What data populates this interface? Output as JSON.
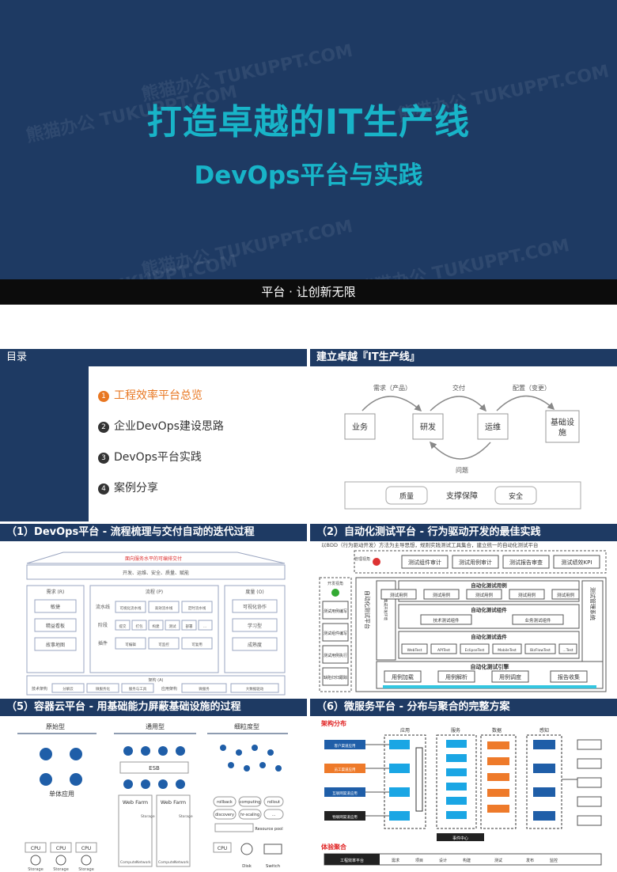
{
  "cover": {
    "title": "打造卓越的IT生产线",
    "subtitle": "DevOps平台与实践",
    "footer": "平台 · 让创新无限",
    "watermark": "熊猫办公 TUKUPPT.COM"
  },
  "toc": {
    "header": "目录",
    "items": [
      {
        "num": "1",
        "label": "工程效率平台总览",
        "active": true
      },
      {
        "num": "2",
        "label": "企业DevOps建设思路",
        "active": false
      },
      {
        "num": "3",
        "label": "DevOps平台实践",
        "active": false
      },
      {
        "num": "4",
        "label": "案例分享",
        "active": false
      }
    ]
  },
  "it_line": {
    "header": "建立卓越『IT生产线』",
    "nodes": [
      "业务",
      "研发",
      "运维",
      "基础设施"
    ],
    "arrows": [
      "需求（产品）",
      "交付",
      "配置（变更）",
      "问题"
    ],
    "support": {
      "label": "支撑保障",
      "left": "质量",
      "right": "安全"
    }
  },
  "devops": {
    "header": "（1）DevOps平台 - 流程梳理与交付自动的迭代过程",
    "roof": "面向服务水平的可编排交付",
    "top_row": "开发、运维、安全、质量、赋能",
    "col_a": {
      "title": "需求 (R)",
      "items": [
        "敏捷",
        "精益看板",
        "故事地图"
      ]
    },
    "col_b": {
      "title": "流程 (P)",
      "rows": [
        {
          "label": "流水线",
          "cells": [
            "可视化流水线",
            "高效流水线",
            "定时流水线"
          ]
        },
        {
          "label": "阶段",
          "cells": [
            "提交",
            "打包",
            "构建",
            "测试",
            "部署",
            "…"
          ]
        },
        {
          "label": "插件",
          "cells": [
            "可编辑",
            "可监控",
            "可复用"
          ]
        }
      ]
    },
    "col_c": {
      "title": "度量 (O)",
      "items": [
        "可视化协作",
        "学习型",
        "成熟度"
      ]
    },
    "bottom": {
      "title": "架构 (A)",
      "left_label": "技术架构",
      "left_cells": [
        "分解云",
        "微服务化",
        "服务与工具"
      ],
      "right_label": "应用架构",
      "right_cells": [
        "微服务",
        "大数据驱动"
      ]
    }
  },
  "autotest": {
    "header": "（2）自动化测试平台 - 行为驱动开发的最佳实践",
    "top_text": "以BDD（行为驱动开发）方法为主导思想，规则实践测试工具集合，建立统一的自动化测试平台",
    "mgmt_view": "管理视角",
    "top_boxes": [
      "测试组件审计",
      "测试用例审计",
      "测试报告审查",
      "测试绩效KPI"
    ],
    "dev_view": "开发视角",
    "left_boxes": [
      "测试用例编写",
      "测试组件编写",
      "测试用例执行",
      "缺陷归归跟踪"
    ],
    "side_label": "自动化测试平台",
    "env_label": "测试集成开发环境",
    "mgmt_sys": "测试管理系统",
    "cases_title": "自动化测试用例",
    "cases": [
      "测试用例",
      "测试用例",
      "测试用例",
      "测试用例",
      "测试用例"
    ],
    "comp_title": "自动化测试组件",
    "comps": [
      "技术测试组件",
      "业务测试组件"
    ],
    "suite_title": "自动化测试选件",
    "suites": [
      "WebTest",
      "APITest",
      "EclipseTest",
      "MobileTest",
      "BizFlowTest",
      "...Test"
    ],
    "engine_title": "自动化测试引擎",
    "engines": [
      "用例加载",
      "用例解析",
      "用例调度",
      "报告收集"
    ]
  },
  "container": {
    "header": "（5）容器云平台 - 用基础能力屏蔽基础设施的过程",
    "cols": [
      "原始型",
      "通用型",
      "细粒度型"
    ],
    "mono": "单体应用",
    "esb": "ESB",
    "webfarm": "Web Farm",
    "storage": "Storage",
    "compute": "Compute",
    "network": "Network",
    "cpu": "CPU",
    "disk": "Disk",
    "switch": "Switch",
    "ops": [
      "rollback",
      "computing",
      "rollout",
      "discovery",
      "hr-scaling",
      "..."
    ],
    "pool": "Resource pool"
  },
  "micro": {
    "header": "（6）微服务平台 - 分布与聚合的完整方案",
    "arch_label": "架构分布",
    "exp_label": "体验聚合",
    "cols": [
      "应用",
      "服务",
      "数据",
      "感知"
    ],
    "left_items": [
      "客户渠道应用",
      "员工渠道应用",
      "互联网渠道应用",
      "物联网渠道应用"
    ],
    "event_center": "事件中心",
    "bottom_bar": [
      "工程效率平台",
      "需求",
      "项目",
      "设计",
      "构建",
      "测试",
      "发布",
      "监控"
    ],
    "colors": {
      "blue": "#1f5ea8",
      "orange": "#ee7a2a",
      "cyan": "#1aa6e4",
      "dark": "#222222",
      "red": "#e02424"
    }
  }
}
